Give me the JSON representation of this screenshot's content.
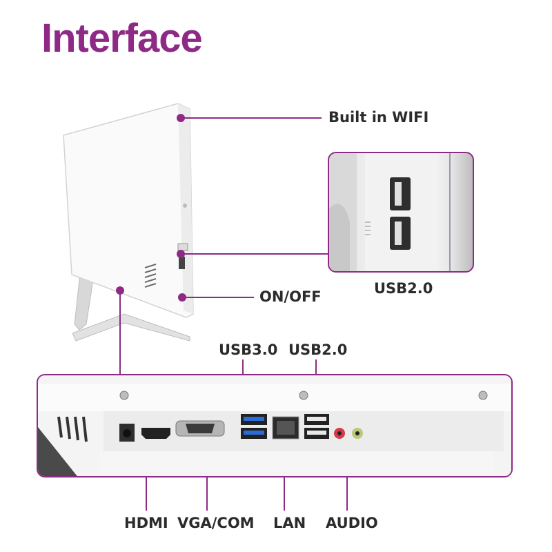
{
  "title": "Interface",
  "accent_color": "#8e2a86",
  "callouts": {
    "wifi": "Built in WIFI",
    "usb_side": "USB2.0",
    "power": "ON/OFF",
    "usb3": "USB3.0",
    "usb2_rear": "USB2.0",
    "hdmi": "HDMI",
    "vga_com": "VGA/COM",
    "lan": "LAN",
    "audio": "AUDIO"
  },
  "icons": [
    "monitor-back-image",
    "usb-port-icon",
    "hdmi-port-icon",
    "vga-port-icon",
    "lan-port-icon",
    "audio-jack-icon",
    "dc-power-jack-icon",
    "screw-icon"
  ]
}
